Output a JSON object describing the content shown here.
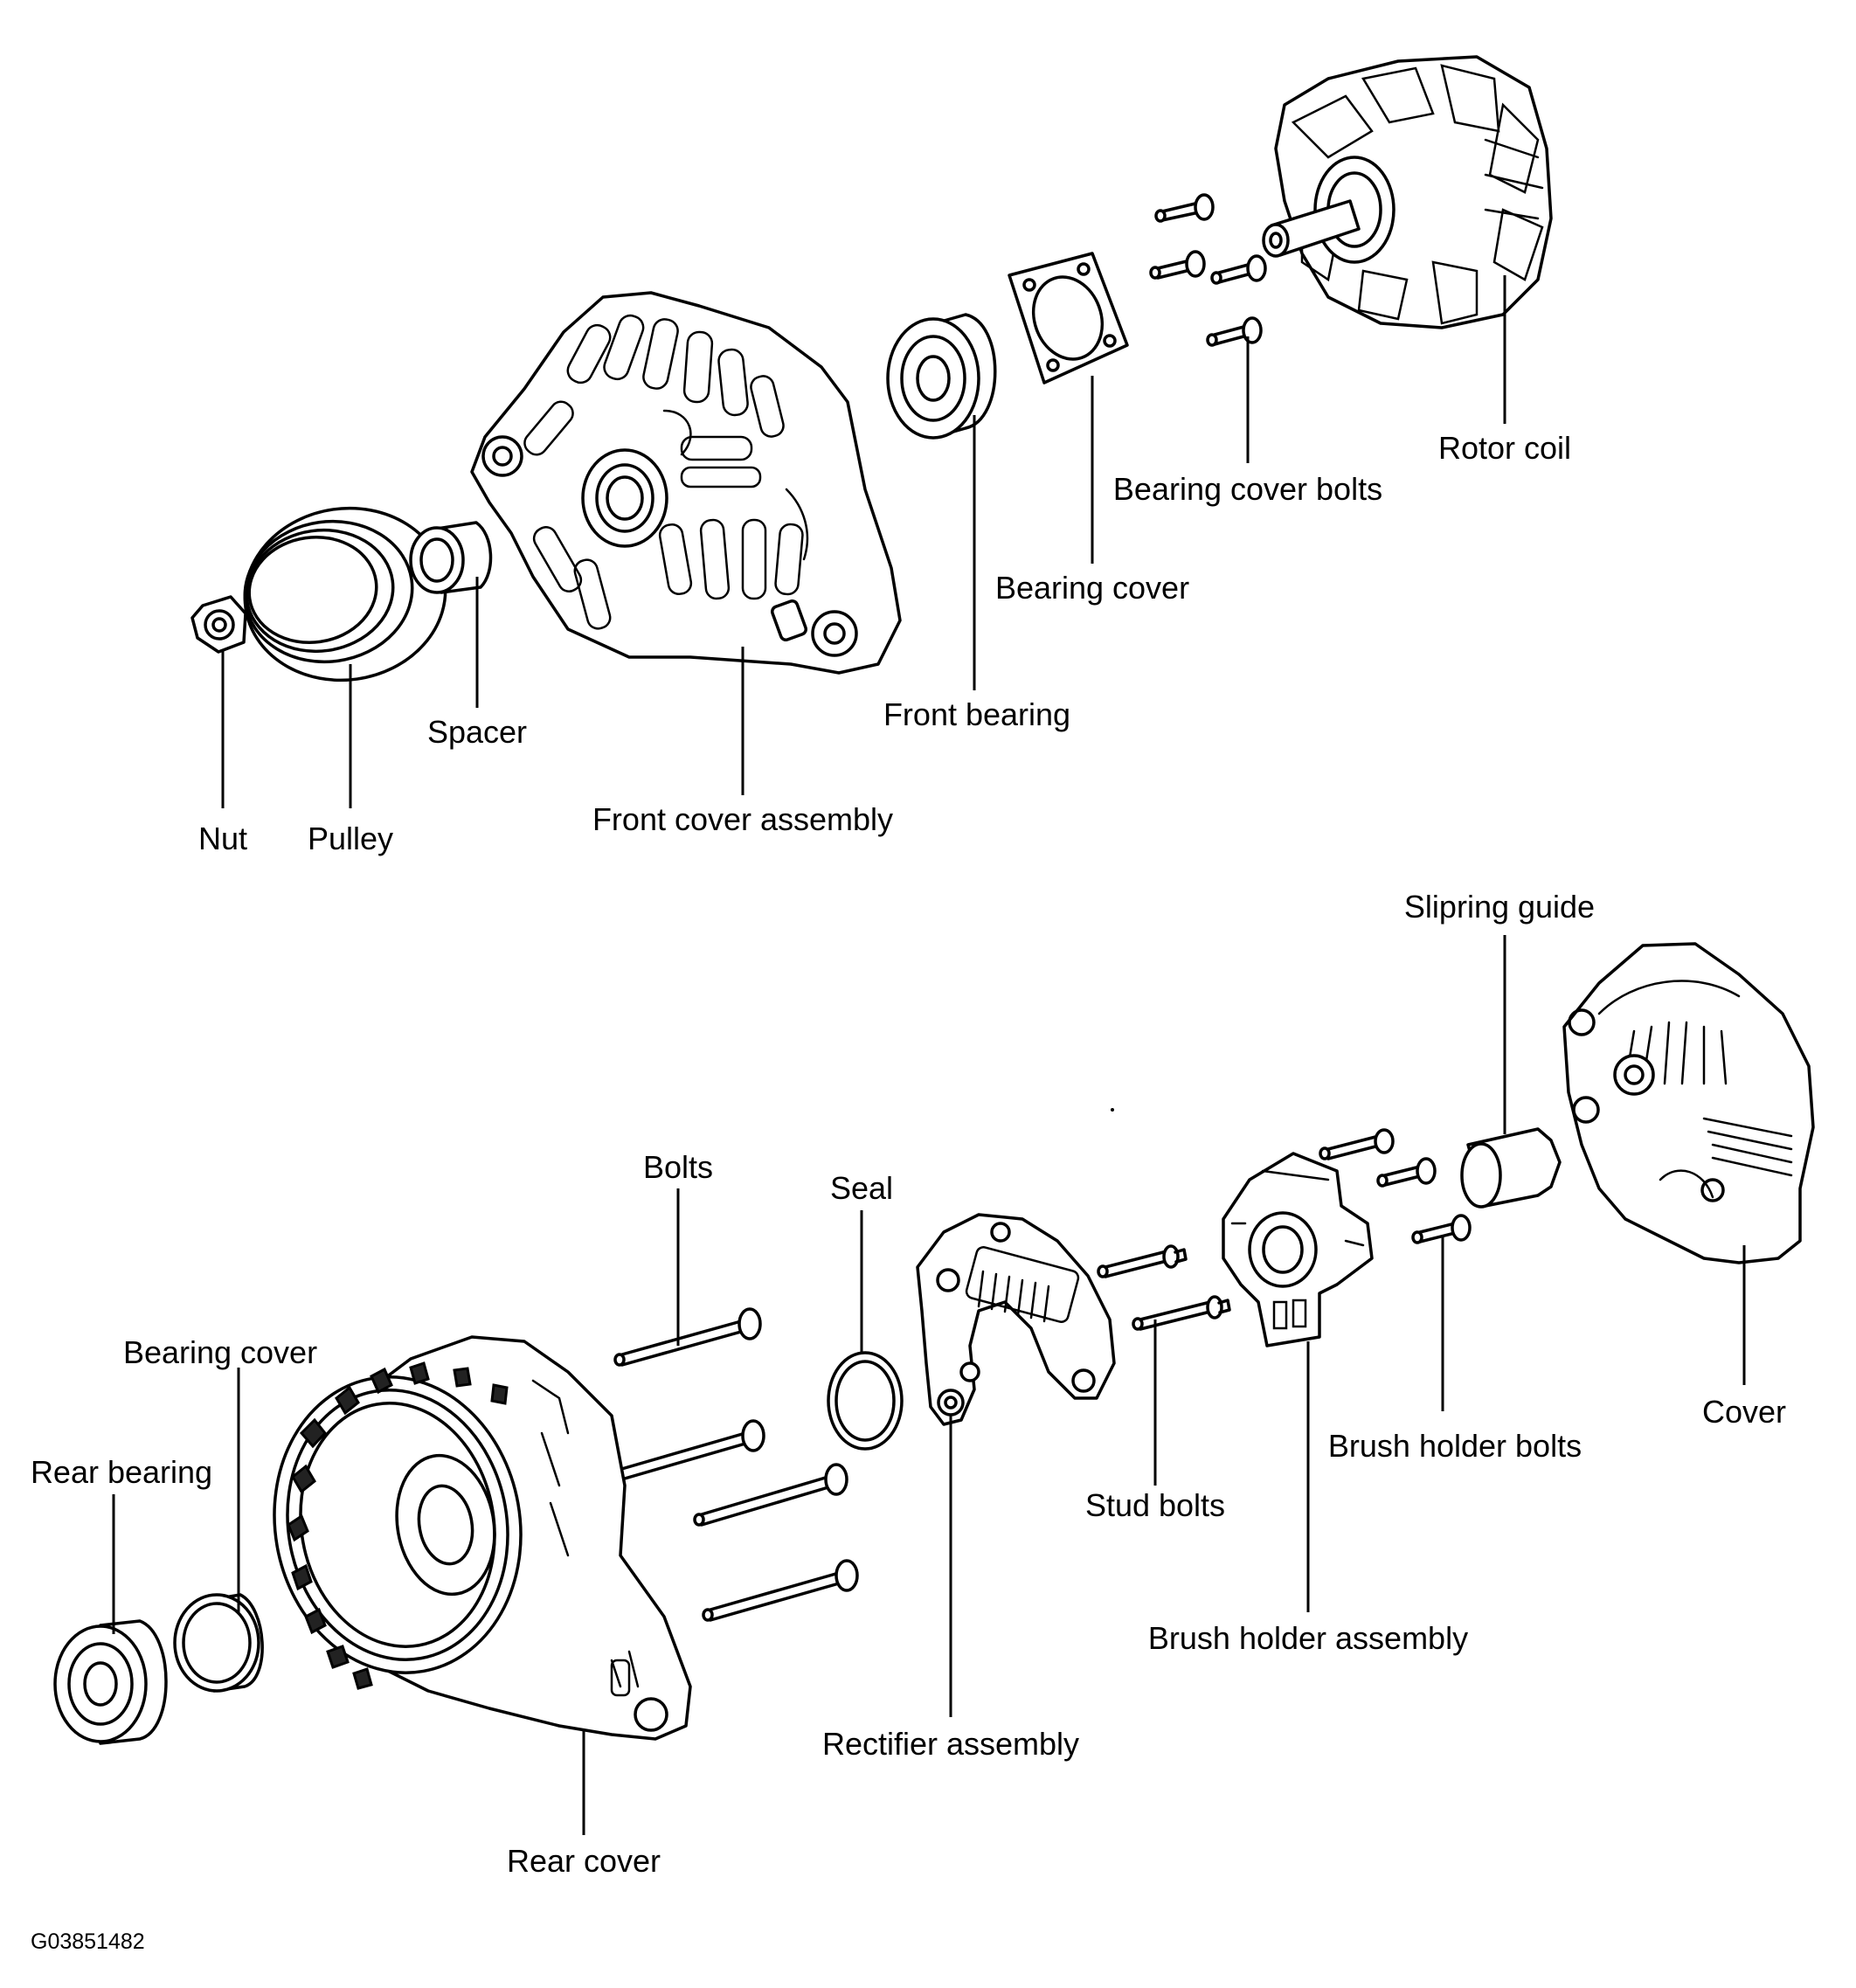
{
  "labels": {
    "nut": "Nut",
    "pulley": "Pulley",
    "spacer": "Spacer",
    "front_cover_assembly": "Front cover assembly",
    "front_bearing": "Front bearing",
    "bearing_cover_top": "Bearing cover",
    "bearing_cover_bolts": "Bearing cover bolts",
    "rotor_coil": "Rotor coil",
    "slipring_guide": "Slipring guide",
    "bolts": "Bolts",
    "seal": "Seal",
    "bearing_cover_bottom": "Bearing cover",
    "rear_bearing": "Rear bearing",
    "rear_cover": "Rear cover",
    "rectifier_assembly": "Rectifier assembly",
    "stud_bolts": "Stud bolts",
    "brush_holder_assembly": "Brush holder assembly",
    "brush_holder_bolts": "Brush holder bolts",
    "cover": "Cover"
  },
  "figure_code": "G03851482"
}
